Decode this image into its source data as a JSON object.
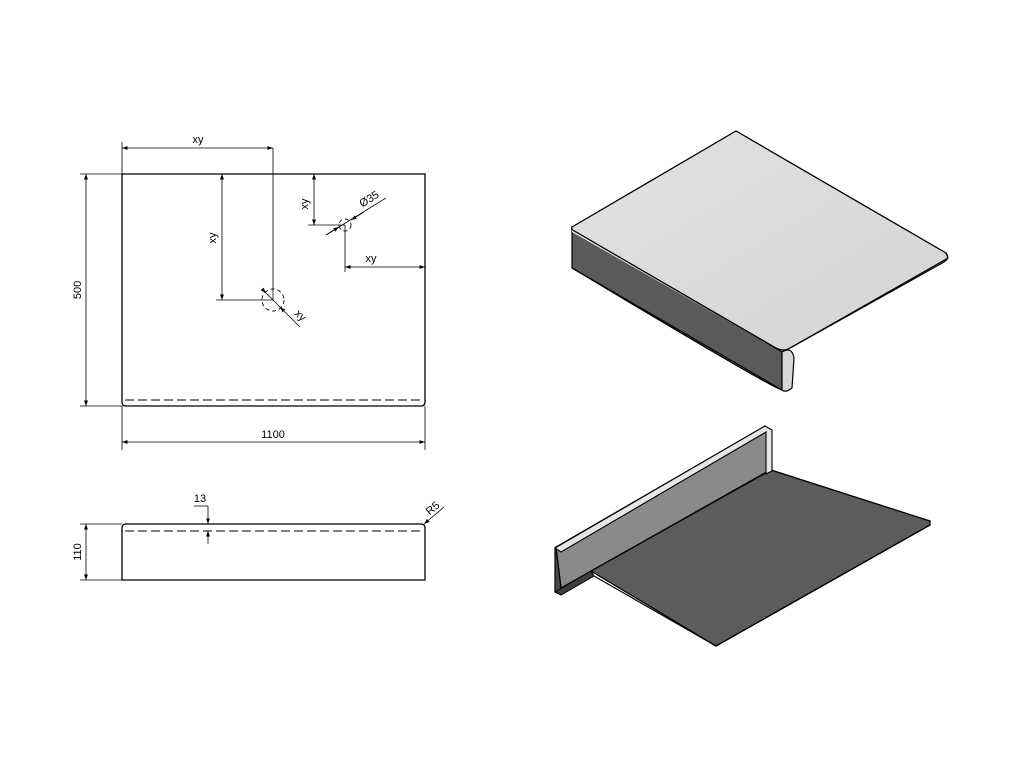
{
  "dimensions": {
    "top_width_label": "xy",
    "left_height_label": "500",
    "bottom_width_label": "1100",
    "hole1_vertical_label": "xy",
    "hole1_diameter_label": "xy",
    "hole2_vertical_label": "xy",
    "hole2_diameter_label": "Ø35",
    "hole2_horizontal_label": "xy",
    "side_height_label": "110",
    "thickness_label": "13",
    "radius_label": "R5"
  },
  "colors": {
    "line": "#000000",
    "top_face": "#dcdcdc",
    "front_face": "#5a5a5a",
    "under_face": "#5c5c5c",
    "flange_inner": "#8a8a8a"
  }
}
